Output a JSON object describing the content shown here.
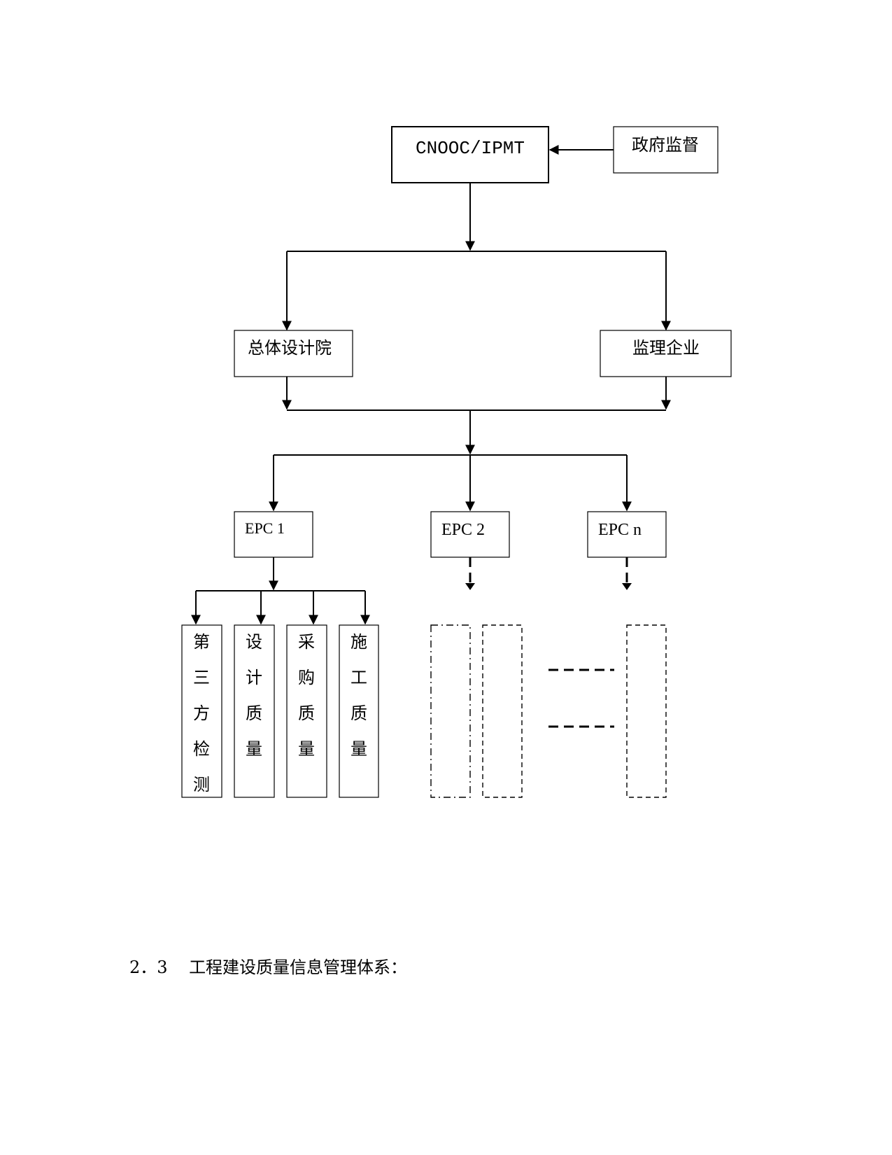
{
  "diagram": {
    "top": "CNOOC/IPMT",
    "government": "政府监督",
    "design_institute": "总体设计院",
    "supervision": "监理企业",
    "epc": [
      "EPC 1",
      "EPC 2",
      "EPC n"
    ],
    "epc1_children": [
      [
        "第",
        "三",
        "方",
        "检",
        "测"
      ],
      [
        "设",
        "计",
        "质",
        "量"
      ],
      [
        "采",
        "购",
        "质",
        "量"
      ],
      [
        "施",
        "工",
        "质",
        "量"
      ]
    ]
  },
  "section": {
    "number": "2．3",
    "title": "工程建设质量信息管理体系："
  }
}
